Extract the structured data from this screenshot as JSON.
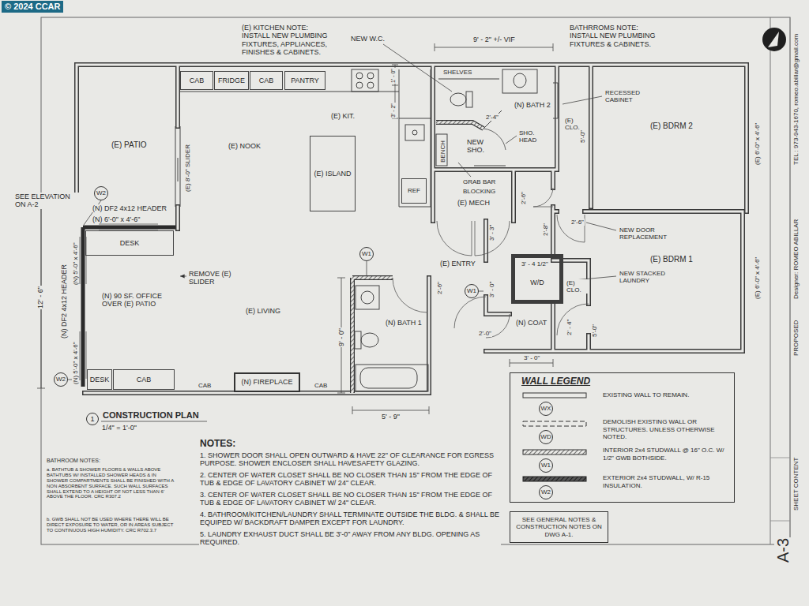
{
  "diagram": {
    "title": "CONSTRUCTION PLAN",
    "nodes": [
      {
        "text": [
          "CAB"
        ]
      },
      {
        "text": [
          "FRIDGE"
        ]
      },
      {
        "text": [
          "CAB"
        ]
      },
      {
        "text": [
          "PANTRY"
        ]
      },
      {
        "text": [
          "(E) ISLAND"
        ]
      },
      {
        "text": [
          "REF"
        ]
      },
      {
        "text": [
          "W2"
        ]
      },
      {
        "text": [
          "DESK"
        ]
      },
      {
        "text": [
          "W/D"
        ]
      },
      {
        "text": [
          "W1"
        ]
      },
      {
        "text": [
          "W1"
        ]
      },
      {
        "text": [
          "W2"
        ]
      },
      {
        "text": [
          "DESK"
        ]
      },
      {
        "text": [
          "CAB"
        ]
      },
      {
        "text": [
          "(N) FIREPLACE"
        ]
      },
      {
        "text": [
          "1"
        ]
      },
      {
        "text": [
          "WALL LEGEND"
        ]
      },
      {
        "text": [
          "WX"
        ],
        "in": 16
      },
      {
        "text": [
          "WD"
        ],
        "in": 16
      },
      {
        "text": [
          "W1"
        ],
        "in": 16
      },
      {
        "text": [
          "W2"
        ],
        "in": 16
      },
      {
        "text": [
          "SEE GENERAL NOTES & CONSTRUCTION NOTES ON DWG A-1."
        ]
      }
    ],
    "labels": [
      "© 2024 CCAR",
      "(E) KITCHEN NOTE: INSTALL NEW PLUMBING FIXTURES, APPLIANCES, FINISHES & CABINETS.",
      "NEW W.C.",
      "9' - 2\" +/- VIF",
      "BATHRROMS NOTE: INSTALL NEW PLUMBING FIXTURES & CABINETS.",
      "1' - 0\"",
      "3' - 2\"",
      "SHELVES",
      "(N) BATH 2",
      "2'-4\"",
      "RECESSED CABINET",
      "(E) CLO.",
      "5'-0\"",
      "(E) BDRM 2",
      "(E) 6'-0\" x 4'-6\"",
      "(E) KIT.",
      "(E) PATIO",
      "(E) NOOK",
      "(E) 8'-0\" SLIDER",
      "NEW SHO.",
      "BENCH",
      "SHO. HEAD",
      "GRAB BAR",
      "BLOCKING",
      "(E) MECH",
      "2'-6\"",
      "2'-8\"",
      "2'-6\"",
      "NEW DOOR REPLACEMENT",
      "(E) BDRM 1",
      "(E) 6'-0\" x 4'-6\"",
      "SEE ELEVATION ON A-2",
      "(N) DF2 4x12 HEADER",
      "(N) 6'-0\" x 4'-6\"",
      "REMOVE (E) SLIDER",
      "12' - 6\"",
      "(N) DF2 4x12 HEADER",
      "(N) 5'-0\" x 4'-6\"",
      "(N) 5'-0\" x 4'-6\"",
      "(N) 90 SF. OFFICE OVER (E) PATIO",
      "(E) LIVING",
      "3' - 3\"",
      "(E) ENTRY",
      "3' - 4 1/2\"",
      "NEW STACKED LAUNDRY",
      "3' - 0\"",
      "(E) CLO.",
      "2' - 4\"",
      "5'-0\"",
      "(N) BATH 1",
      "2'-6\"",
      "9' - 0\"",
      "(N) COAT",
      "2'-0\"",
      "3' - 0\"",
      "CAB",
      "CAB",
      "5' - 9\"",
      "1/4\" = 1'-0\"",
      "NOTES:",
      "1. SHOWER DOOR SHALL OPEN OUTWARD & HAVE 22\" OF CLEARANCE FOR EGRESS PURPOSE. SHOWER ENCLOSER SHALL HAVESAFETY GLAZING.",
      "2. CENTER OF WATER CLOSET SHALL BE NO CLOSER THAN 15\" FROM THE EDGE OF TUB & EDGE OF LAVATORY CABINET W/ 24\" CLEAR.",
      "3. CENTER OF WATER CLOSET SHALL BE NO CLOSER THAN 15\" FROM THE EDGE OF TUB & EDGE OF LAVATORY CABINET W/ 24\" CLEAR.",
      "4. BATHROOM/KITCHEN/LAUNDRY SHALL TERMINATE OUTSIDE THE BLDG. & SHALL BE EQUIPED W/ BACKDRAFT DAMPER EXCEPT FOR LAUNDRY.",
      "5. LAUNDRY EXHAUST DUCT SHALL BE 3'-0\" AWAY FROM ANY BLDG. OPENING AS REQUIRED.",
      "BATHROOM NOTES:",
      "a. BATHTUB & SHOWER FLOORS & WALLS ABOVE BATHTUBS W/ INSTALLED SHOWER HEADS & IN SHOWER COMPARTMENTS SHALL BE FINISHED WITH A NON ABSORBENT SURFACE. SUCH WALL SURFACES SHALL EXTEND TO A HEIGHT OF NOT LESS THAN 6' ABOVE THE FLOOR. CRC R307.2",
      "b. GWB SHALL NOT BE USED WHERE THERE WILL BE DIRECT EXPOSURE TO WATER, OR IN AREAS SUBJECT TO CONTINUOUS HIGH HUMIDITY. CRC R702.3.7",
      "TEL : 973-943-1670, romeo.abillar@gmail.com",
      "Designer: ROMEO ABILLAR",
      "PROPOSED",
      "SHEET CONTENT",
      "A-3"
    ],
    "legend": [
      {
        "text": "EXISTING WALL TO REMAIN."
      },
      {
        "text": "DEMOLISH EXISTING WALL OR STRUCTURES. UNLESS OTHERWISE NOTED."
      },
      {
        "text": "INTERIOR 2x4 STUDWALL @ 16\" O.C. W/ 1/2\" GWB BOTHSIDE."
      },
      {
        "text": "EXTERIOR 2x4 STUDWALL, W/ R-15 INSULATION."
      }
    ]
  }
}
